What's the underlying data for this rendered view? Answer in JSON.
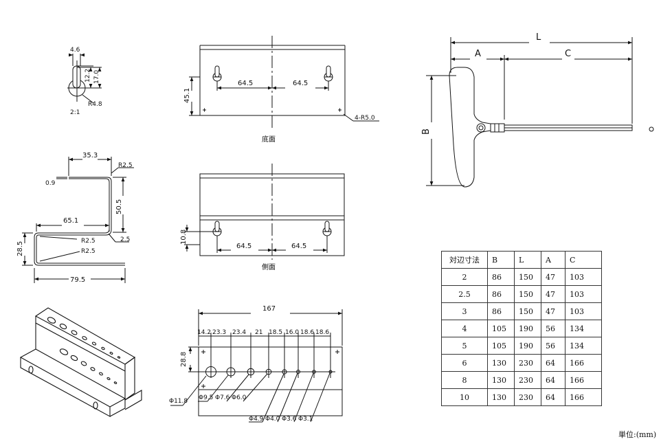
{
  "labels": {
    "bottom_view": "底面",
    "side_view": "側面",
    "unit": "単位:(mm)"
  },
  "keyhole": {
    "d1": "4.6",
    "d2": "12.2",
    "d3": "17.0",
    "r": "R4.8",
    "scale": "2:1"
  },
  "bottom": {
    "height": "45.1",
    "left": "64.5",
    "right": "64.5",
    "corner": "4-R5.0"
  },
  "profile": {
    "top": "35.3",
    "thick": "0.9",
    "r_top": "R2.5",
    "vert": "50.5",
    "inner": "65.1",
    "r_mid": "R2.5",
    "end": "2.5",
    "r_bot": "R2.5",
    "height": "28.5",
    "width": "79.5"
  },
  "side": {
    "hole_h": "10.8",
    "left": "64.5",
    "right": "64.5"
  },
  "holes": {
    "total": "167",
    "height": "28.8",
    "spacing": [
      "14.2",
      "23.3",
      "23.4",
      "21",
      "18.5",
      "16.0",
      "18.6",
      "18.6"
    ],
    "diam_a": [
      "Φ11.8",
      "Φ9.5",
      "Φ7.6",
      "Φ6.0"
    ],
    "diam_b": [
      "Φ4.9",
      "Φ4.0",
      "Φ3.6",
      "Φ3.1"
    ]
  },
  "tool": {
    "L": "L",
    "A": "A",
    "C": "C",
    "B": "B"
  },
  "table": {
    "headers": [
      "対辺寸法",
      "B",
      "L",
      "A",
      "C"
    ],
    "rows": [
      [
        "2",
        "86",
        "150",
        "47",
        "103"
      ],
      [
        "2.5",
        "86",
        "150",
        "47",
        "103"
      ],
      [
        "3",
        "86",
        "150",
        "47",
        "103"
      ],
      [
        "4",
        "105",
        "190",
        "56",
        "134"
      ],
      [
        "5",
        "105",
        "190",
        "56",
        "134"
      ],
      [
        "6",
        "130",
        "230",
        "64",
        "166"
      ],
      [
        "8",
        "130",
        "230",
        "64",
        "166"
      ],
      [
        "10",
        "130",
        "230",
        "64",
        "166"
      ]
    ]
  }
}
